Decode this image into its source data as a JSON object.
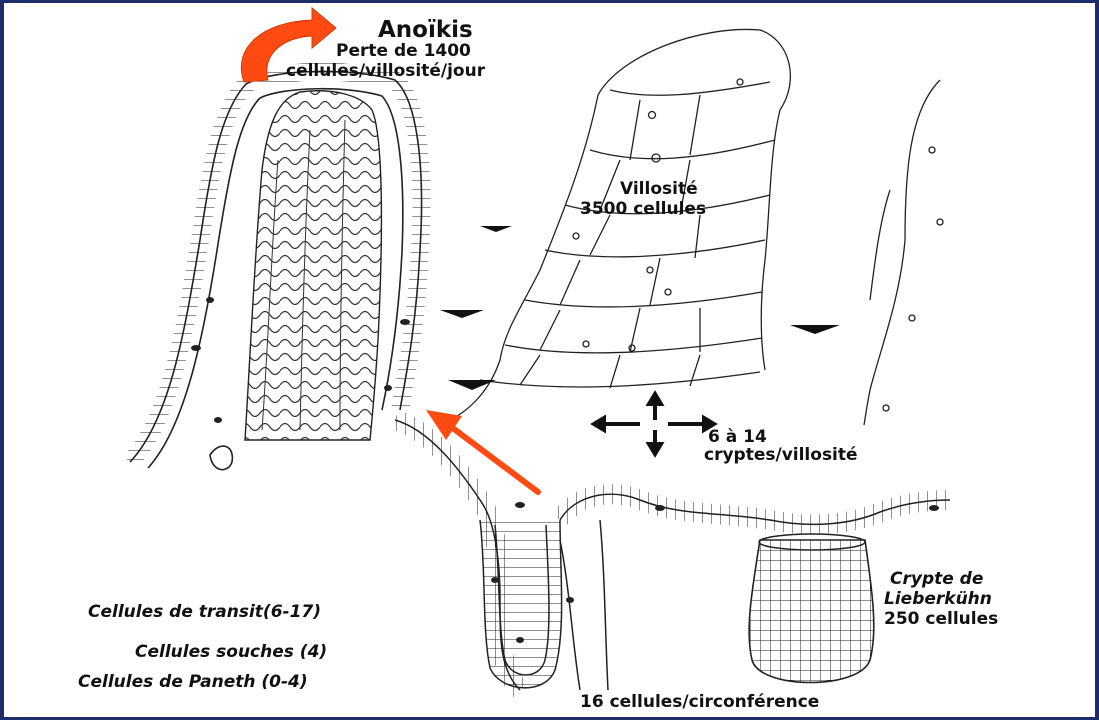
{
  "labels": {
    "anoikis_title": "Anoïkis",
    "anoikis_line1": "Perte de 1400",
    "anoikis_line2": "cellules/villosité/jour",
    "villus_line1": "Villosité",
    "villus_line2": "3500 cellules",
    "crypt_count_line1": "6 à 14",
    "crypt_count_line2": "cryptes/villosité",
    "crypt_line1": "Crypte de",
    "crypt_line2": "Lieberkühn",
    "crypt_line3": "250 cellules",
    "transit_cells": "Cellules de transit(6-17)",
    "stem_cells": "Cellules souches (4)",
    "paneth_cells": "Cellules de Paneth (0-4)",
    "circumference": "16 cellules/circonférence"
  },
  "colors": {
    "arrow": "#ff4a12",
    "ink": "#111111",
    "frame": "#1e2d6a"
  }
}
